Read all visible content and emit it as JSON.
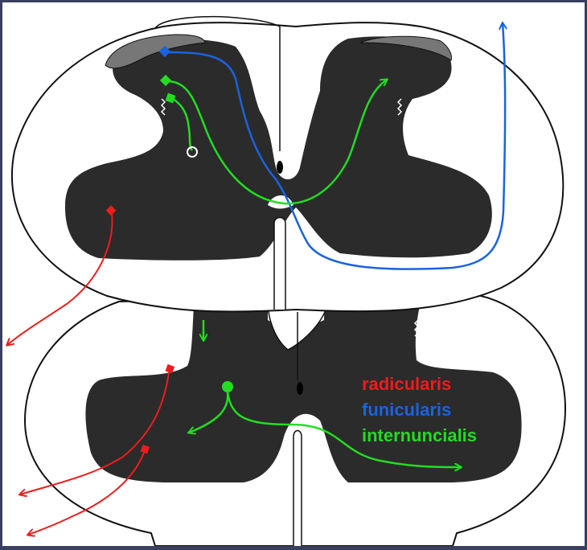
{
  "legend": {
    "items": [
      {
        "label": "radicularis",
        "color": "#ee1c1c"
      },
      {
        "label": "funicularis",
        "color": "#1a63e0"
      },
      {
        "label": "internuncialis",
        "color": "#22dd22"
      }
    ]
  },
  "colors": {
    "gray_matter": "#2b2b2b",
    "white_matter": "#ffffff",
    "outline": "#111111",
    "frame": "#3b3f5e"
  }
}
